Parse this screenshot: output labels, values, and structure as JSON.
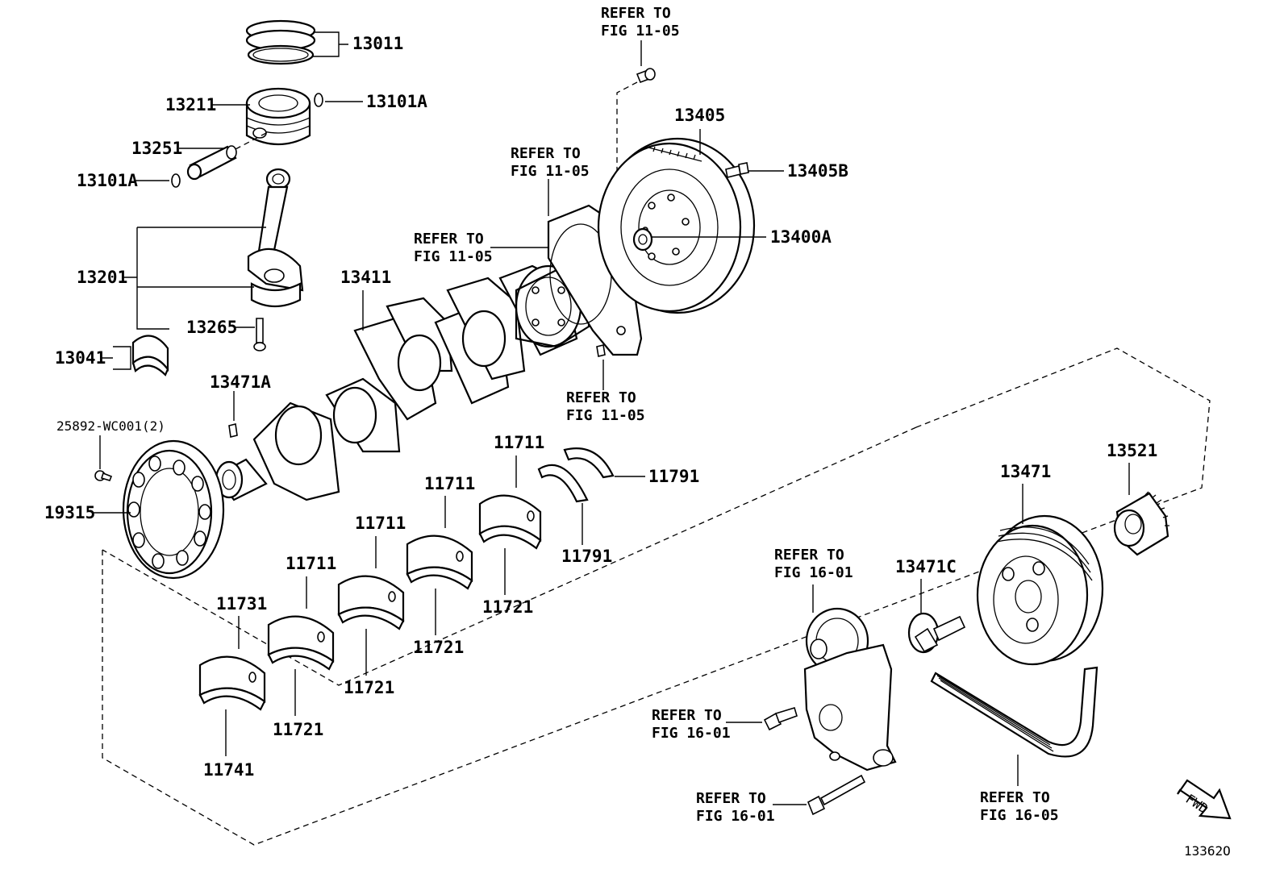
{
  "diagram": {
    "figure_code": "13362O",
    "fwd_label": "FWD"
  },
  "labels": {
    "p13011": "13011",
    "p13211": "13211",
    "p13101A_top": "13101A",
    "p13251": "13251",
    "p13101A_left": "13101A",
    "p13201": "13201",
    "p13265": "13265",
    "p13041": "13041",
    "p13411": "13411",
    "p13471A": "13471A",
    "p25892": "25892-WC001(2)",
    "p19315": "19315",
    "p13405": "13405",
    "p13405B": "13405B",
    "p13400A": "13400A",
    "p13521": "13521",
    "p13471": "13471",
    "p13471C": "13471C",
    "p11791_a": "11791",
    "p11791_b": "11791",
    "p11711_1": "11711",
    "p11711_2": "11711",
    "p11711_3": "11711",
    "p11711_4": "11711",
    "p11721_1": "11721",
    "p11721_2": "11721",
    "p11721_3": "11721",
    "p11721_4": "11721",
    "p11731": "11731",
    "p11741": "11741"
  },
  "refs": {
    "refer_to": "REFER TO",
    "fig_11_05": "FIG 11-05",
    "fig_16_01": "FIG 16-01",
    "fig_16_05": "FIG 16-05"
  }
}
